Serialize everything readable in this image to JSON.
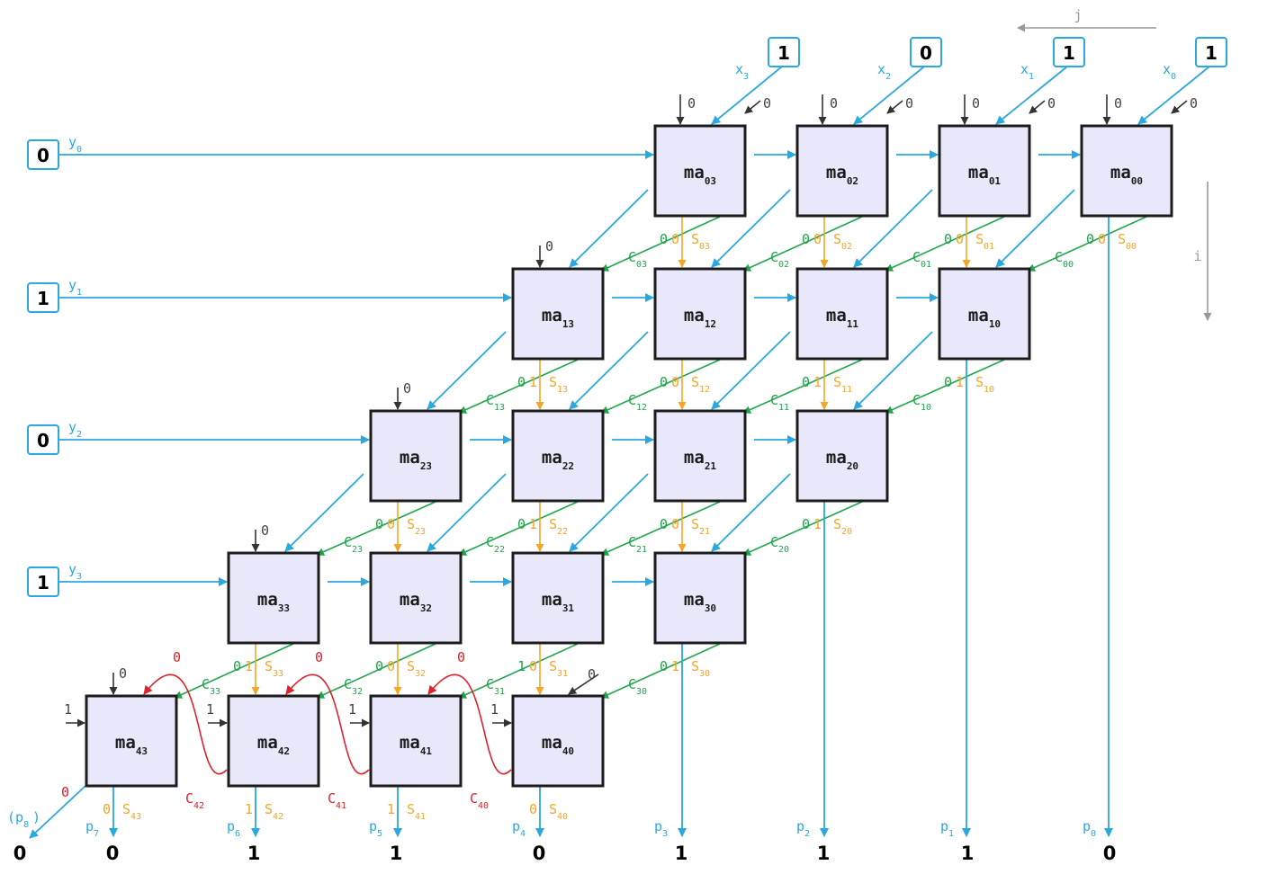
{
  "x_inputs": [
    {
      "label": "x",
      "sub": "3",
      "value": "1"
    },
    {
      "label": "x",
      "sub": "2",
      "value": "0"
    },
    {
      "label": "x",
      "sub": "1",
      "value": "1"
    },
    {
      "label": "x",
      "sub": "0",
      "value": "1"
    }
  ],
  "y_inputs": [
    {
      "label": "y",
      "sub": "0",
      "value": "0"
    },
    {
      "label": "y",
      "sub": "1",
      "value": "1"
    },
    {
      "label": "y",
      "sub": "2",
      "value": "0"
    },
    {
      "label": "y",
      "sub": "3",
      "value": "1"
    }
  ],
  "axis": {
    "j": "j",
    "i": "i"
  },
  "cell_prefix": "ma",
  "cells": [
    [
      "03",
      "02",
      "01",
      "00"
    ],
    [
      "13",
      "12",
      "11",
      "10"
    ],
    [
      "23",
      "22",
      "21",
      "20"
    ],
    [
      "33",
      "32",
      "31",
      "30"
    ],
    [
      "43",
      "42",
      "41",
      "40"
    ]
  ],
  "top_zero": "0",
  "carry": [
    [
      {
        "sub": "03",
        "val": "0"
      },
      {
        "sub": "02",
        "val": "0"
      },
      {
        "sub": "01",
        "val": "0"
      },
      {
        "sub": "00",
        "val": "0"
      }
    ],
    [
      {
        "sub": "13",
        "val": "0"
      },
      {
        "sub": "12",
        "val": "0"
      },
      {
        "sub": "11",
        "val": "0"
      },
      {
        "sub": "10",
        "val": "0"
      }
    ],
    [
      {
        "sub": "23",
        "val": "0"
      },
      {
        "sub": "22",
        "val": "0"
      },
      {
        "sub": "21",
        "val": "0"
      },
      {
        "sub": "20",
        "val": "0"
      }
    ],
    [
      {
        "sub": "33",
        "val": "0"
      },
      {
        "sub": "32",
        "val": "0"
      },
      {
        "sub": "31",
        "val": "1"
      },
      {
        "sub": "30",
        "val": "0"
      }
    ]
  ],
  "sum": [
    [
      {
        "sub": "03",
        "val": "0"
      },
      {
        "sub": "02",
        "val": "0"
      },
      {
        "sub": "01",
        "val": "0"
      },
      {
        "sub": "00",
        "val": "0"
      }
    ],
    [
      {
        "sub": "13",
        "val": "1"
      },
      {
        "sub": "12",
        "val": "0"
      },
      {
        "sub": "11",
        "val": "1"
      },
      {
        "sub": "10",
        "val": "1"
      }
    ],
    [
      {
        "sub": "23",
        "val": "0"
      },
      {
        "sub": "22",
        "val": "1"
      },
      {
        "sub": "21",
        "val": "0"
      },
      {
        "sub": "20",
        "val": "1"
      }
    ],
    [
      {
        "sub": "33",
        "val": "1"
      },
      {
        "sub": "32",
        "val": "0"
      },
      {
        "sub": "31",
        "val": "0"
      },
      {
        "sub": "30",
        "val": "1"
      }
    ],
    [
      {
        "sub": "43",
        "val": "0"
      },
      {
        "sub": "42",
        "val": "1"
      },
      {
        "sub": "41",
        "val": "1"
      },
      {
        "sub": "40",
        "val": "0"
      }
    ]
  ],
  "last_row_carry": [
    {
      "sub": "42",
      "val": "0"
    },
    {
      "sub": "41",
      "val": "0"
    },
    {
      "sub": "40",
      "val": "0"
    }
  ],
  "last_row_left_in": "1",
  "c43_out": "0",
  "p8_label": "(p",
  "p8_sub": "8",
  "p8_close": ")",
  "p8_value": "0",
  "products": [
    {
      "sub": "7",
      "value": "0"
    },
    {
      "sub": "6",
      "value": "1"
    },
    {
      "sub": "5",
      "value": "1"
    },
    {
      "sub": "4",
      "value": "0"
    },
    {
      "sub": "3",
      "value": "1"
    },
    {
      "sub": "2",
      "value": "1"
    },
    {
      "sub": "1",
      "value": "1"
    },
    {
      "sub": "0",
      "value": "0"
    }
  ],
  "colors": {
    "wire_blue": "#2aa8e0",
    "carry_green": "#1fa64b",
    "sum_orange": "#f5a623",
    "final_red": "#e0202a",
    "cell_fill": "#e8e8fa"
  }
}
